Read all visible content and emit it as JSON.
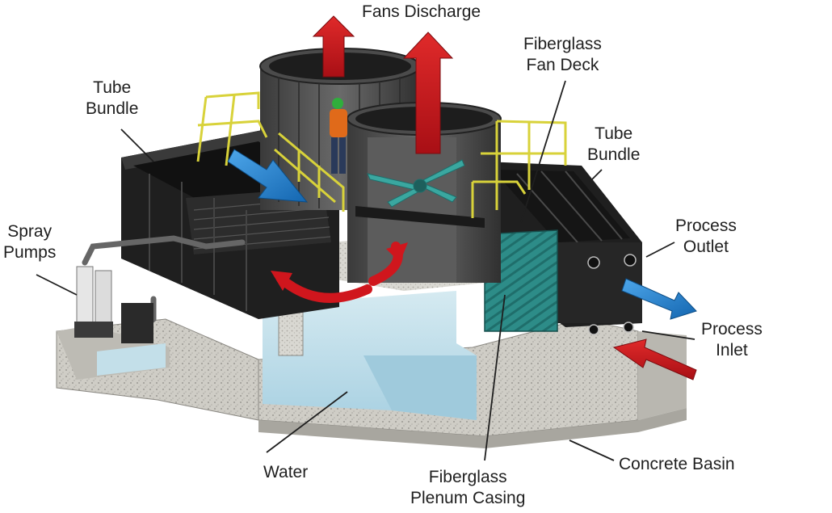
{
  "labels": {
    "fans_discharge": "Fans Discharge",
    "fan_deck": [
      "Fiberglass",
      "Fan Deck"
    ],
    "tube_bundle_left": [
      "Tube",
      "Bundle"
    ],
    "tube_bundle_right": [
      "Tube",
      "Bundle"
    ],
    "spray_pumps": [
      "Spray",
      "Pumps"
    ],
    "process_outlet": [
      "Process",
      "Outlet"
    ],
    "process_inlet": [
      "Process",
      "Inlet"
    ],
    "water": "Water",
    "plenum_casing": [
      "Fiberglass",
      "Plenum Casing"
    ],
    "concrete_basin": "Concrete Basin"
  },
  "colors": {
    "red_arrow": "#c8161d",
    "blue_arrow": "#1d7fd0",
    "water": "#bcdbe8",
    "concrete": "#c9c7c0",
    "steel": "#2b2b2b",
    "fiberglass_panel": "#2f8f8a",
    "railing": "#d8d23a"
  }
}
